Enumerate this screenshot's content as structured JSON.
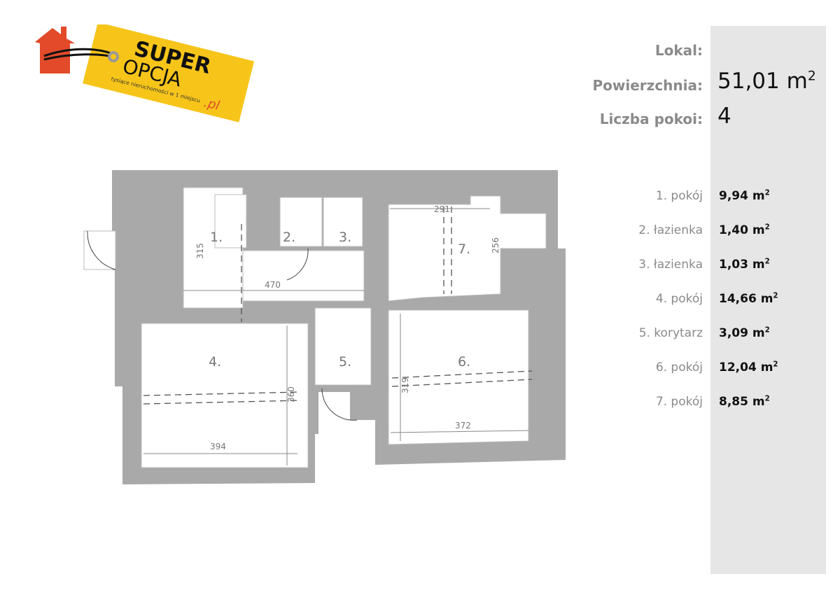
{
  "logo": {
    "line1": "SUPER",
    "line2": "OPCJA",
    "tagline": "tysiące nieruchomości w 1 miejscu",
    "domain": ".pl",
    "colors": {
      "tag": "#f7c51a",
      "house": "#e24a2a"
    }
  },
  "summary": {
    "lokal_label": "Lokal:",
    "lokal_value": "",
    "area_label": "Powierzchnia:",
    "area_value": "51,01 m",
    "area_unit_sup": "2",
    "rooms_label": "Liczba pokoi:",
    "rooms_value": "4"
  },
  "rooms": [
    {
      "label": "1. pokój",
      "value": "9,94 m"
    },
    {
      "label": "2. łazienka",
      "value": "1,40 m"
    },
    {
      "label": "3. łazienka",
      "value": "1,03 m"
    },
    {
      "label": "4. pokój",
      "value": "14,66 m"
    },
    {
      "label": "5. korytarz",
      "value": "3,09 m"
    },
    {
      "label": "6. pokój",
      "value": "12,04 m"
    },
    {
      "label": "7. pokój",
      "value": "8,85 m"
    }
  ],
  "unit_sup": "2",
  "plan": {
    "room_numbers": [
      "1.",
      "2.",
      "3.",
      "4.",
      "5.",
      "6.",
      "7."
    ],
    "dimensions": {
      "d315": "315",
      "d470": "470",
      "d291": "291",
      "d256": "256",
      "d360": "360",
      "d394": "394",
      "d319": "319",
      "d372": "372"
    }
  }
}
